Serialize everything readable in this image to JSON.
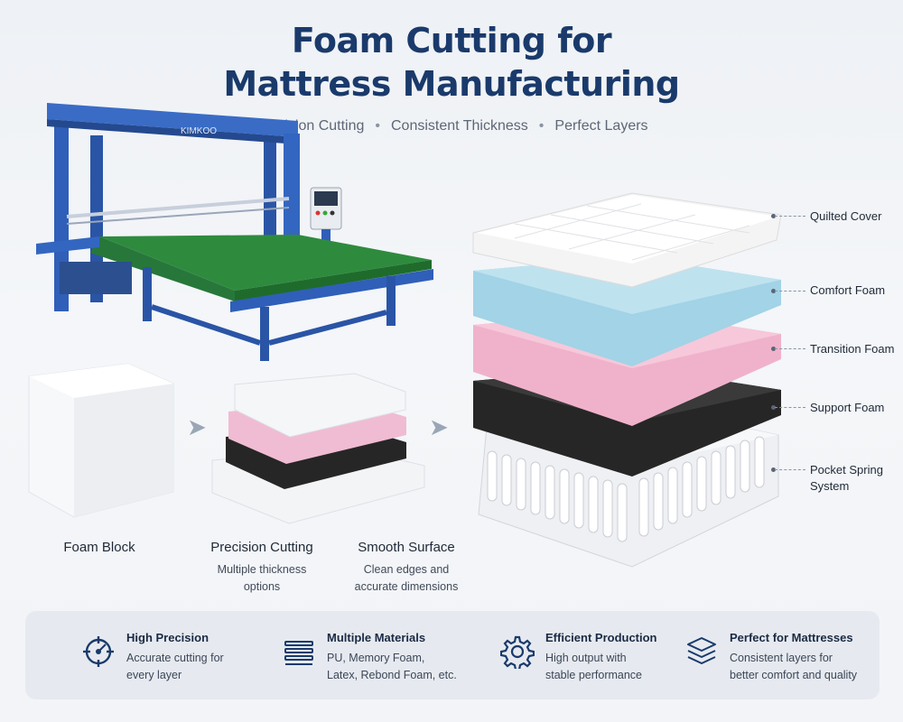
{
  "header": {
    "title_line1": "Foam Cutting for",
    "title_line2": "Mattress Manufacturing",
    "subtitle_items": [
      "Precision Cutting",
      "Consistent Thickness",
      "Perfect Layers"
    ]
  },
  "machine": {
    "brand": "KIMKOO"
  },
  "layers": {
    "quilted_cover": "Quilted Cover",
    "comfort_foam": "Comfort Foam",
    "transition_foam": "Transition Foam",
    "support_foam": "Support Foam",
    "pocket_spring_line1": "Pocket Spring",
    "pocket_spring_line2": "System"
  },
  "process": {
    "step1_title": "Foam Block",
    "step2_title": "Precision Cutting",
    "step2_desc_line1": "Multiple thickness",
    "step2_desc_line2": "options",
    "step3_title": "Smooth Surface",
    "step3_desc_line1": "Clean edges and",
    "step3_desc_line2": "accurate dimensions"
  },
  "features": [
    {
      "icon": "target-icon",
      "title": "High Precision",
      "desc_line1": "Accurate cutting for",
      "desc_line2": "every layer"
    },
    {
      "icon": "layers-lines-icon",
      "title": "Multiple Materials",
      "desc_line1": "PU, Memory Foam,",
      "desc_line2": "Latex, Rebond Foam, etc."
    },
    {
      "icon": "gear-icon",
      "title": "Efficient Production",
      "desc_line1": "High output with",
      "desc_line2": "stable performance"
    },
    {
      "icon": "stacked-layers-icon",
      "title": "Perfect for Mattresses",
      "desc_line1": "Consistent layers for",
      "desc_line2": "better comfort and quality"
    }
  ],
  "colors": {
    "title": "#1a3a6b",
    "machine_frame": "#2f5fb8",
    "conveyor": "#2e8b3e",
    "comfort_foam": "#a9d8ea",
    "transition_foam": "#f2b8d0",
    "support_foam": "#262626",
    "icon": "#1a3a6b"
  }
}
